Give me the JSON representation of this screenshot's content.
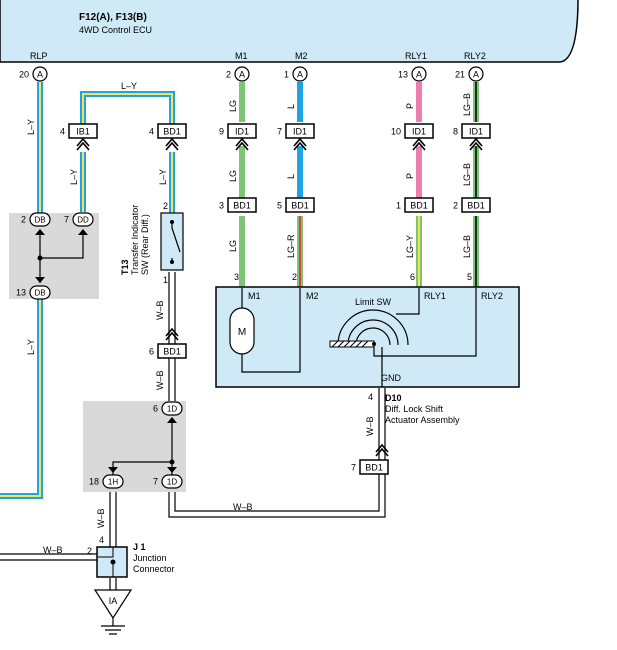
{
  "ecu": {
    "title": "F12(A), F13(B)",
    "subtitle": "4WD Control ECU",
    "pins": [
      {
        "name": "RLP",
        "num": "20",
        "conn": "A"
      },
      {
        "name": "M1",
        "num": "2",
        "conn": "A"
      },
      {
        "name": "M2",
        "num": "1",
        "conn": "A"
      },
      {
        "name": "RLY1",
        "num": "13",
        "conn": "A"
      },
      {
        "name": "RLY2",
        "num": "21",
        "conn": "A"
      }
    ]
  },
  "wires": {
    "ly": "L–Y",
    "lg": "LG",
    "l": "L",
    "p": "P",
    "lgb": "LG–B",
    "lgr": "LG–R",
    "lgy": "LG–Y",
    "wb": "W–B"
  },
  "connectors": {
    "ib1": {
      "num": "4",
      "label": "IB1"
    },
    "bd1_top": {
      "num": "4",
      "label": "BD1"
    },
    "id1_m1": {
      "num": "9",
      "label": "ID1"
    },
    "id1_m2": {
      "num": "7",
      "label": "ID1"
    },
    "id1_rly1": {
      "num": "10",
      "label": "ID1"
    },
    "id1_rly2": {
      "num": "8",
      "label": "ID1"
    },
    "bd1_m1": {
      "num": "3",
      "label": "BD1"
    },
    "bd1_m2": {
      "num": "5",
      "label": "BD1"
    },
    "bd1_rly1": {
      "num": "1",
      "label": "BD1"
    },
    "bd1_rly2": {
      "num": "2",
      "label": "BD1"
    },
    "db_a": {
      "num": "2",
      "label": "DB"
    },
    "dd": {
      "num": "7",
      "label": "DD"
    },
    "db_b": {
      "num": "13",
      "label": "DB"
    },
    "bd1_sw": {
      "num": "6",
      "label": "BD1"
    },
    "1d_a": {
      "num": "6",
      "label": "1D"
    },
    "1h": {
      "num": "18",
      "label": "1H"
    },
    "1d_b": {
      "num": "7",
      "label": "1D"
    },
    "bd1_gnd": {
      "num": "7",
      "label": "BD1"
    }
  },
  "t13": {
    "id": "T13",
    "line1": "Transfer Indicator",
    "line2": "SW (Rear Diff.)",
    "pin_top": "2",
    "pin_bottom": "1"
  },
  "d10": {
    "id": "D10",
    "line1": "Diff.  Lock Shift",
    "line2": "Actuator Assembly",
    "m1": "M1",
    "m2": "M2",
    "rly1": "RLY1",
    "rly2": "RLY2",
    "limit_sw": "Limit SW",
    "gnd": "GND",
    "motor": "M",
    "pin_m1": "3",
    "pin_m2": "2",
    "pin_rly1": "6",
    "pin_rly2": "5",
    "pin_gnd": "4"
  },
  "j1": {
    "id": "J 1",
    "line1": "Junction",
    "line2": "Connector",
    "pin_left": "2",
    "pin_top": "4"
  },
  "ground": {
    "label": "IA"
  },
  "colors": {
    "ecu_fill": "#cfe9f6",
    "blue": "#1fa3e3",
    "yellow": "#f2e35a",
    "green": "#7cc576",
    "pink": "#ec7fb0",
    "red": "#d9443a",
    "gray_box": "#d9d9d9"
  }
}
